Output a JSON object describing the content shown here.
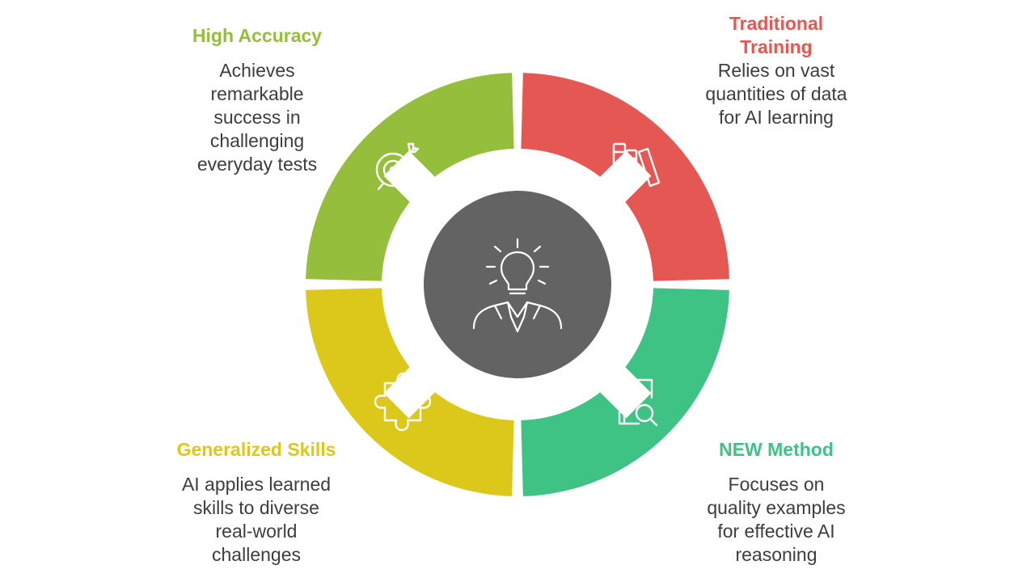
{
  "colors": {
    "high_accuracy": "#94be3c",
    "traditional_training": "#e55752",
    "new_method": "#3ec385",
    "generalized_skills": "#dcc81b",
    "center": "#636363",
    "body_text": "#3d3d3d",
    "background": "#ffffff"
  },
  "center": {
    "icon": "lightbulb-person-icon"
  },
  "segments": [
    {
      "id": "high_accuracy",
      "heading": "High Accuracy",
      "lines": [
        "Achieves",
        "remarkable",
        "success in",
        "challenging",
        "everyday tests"
      ],
      "icon": "target-icon"
    },
    {
      "id": "traditional_training",
      "heading_lines": [
        "Traditional",
        "Training"
      ],
      "lines": [
        "Relies on vast",
        "quantities of data",
        "for AI learning"
      ],
      "icon": "books-icon"
    },
    {
      "id": "generalized_skills",
      "heading": "Generalized Skills",
      "lines": [
        "AI applies learned",
        "skills to diverse",
        "real-world",
        "challenges"
      ],
      "icon": "puzzle-piece-icon"
    },
    {
      "id": "new_method",
      "heading": "NEW Method",
      "lines": [
        "Focuses on",
        "quality examples",
        "for effective AI",
        "reasoning"
      ],
      "icon": "book-search-icon"
    }
  ]
}
